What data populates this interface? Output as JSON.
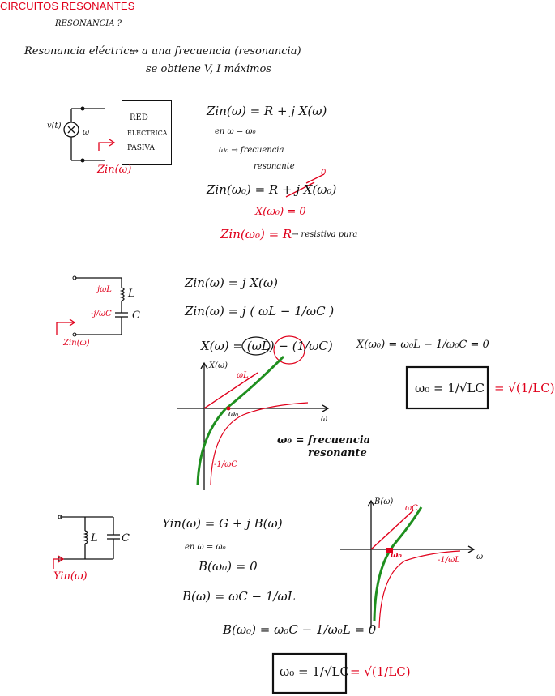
{
  "title": "CIRCUITOS RESONANTES",
  "colors": {
    "ink": "#111111",
    "accent": "#e0001b",
    "green": "#1f8f1f"
  },
  "intro": {
    "q": "RESONANCIA ?",
    "l1a": "Resonancia eléctrica",
    "l1b": "→ a una frecuencia (resonancia)",
    "l2": "se obtiene  V, I  máximos"
  },
  "circuit1": {
    "src": "v(t)",
    "w": "ω",
    "box1": "RED",
    "box2": "ELECTRICA",
    "box3": "PASIVA",
    "zin": "Zin(ω)"
  },
  "eq1": {
    "a": "Zin(ω) = R + j X(ω)",
    "b": "en  ω = ω₀",
    "c": "ω₀ → frecuencia",
    "d": "resonante",
    "e": "Zin(ω₀) = R + j X(ω₀)",
    "zero": "0",
    "f": "X(ω₀) = 0",
    "g": "Zin(ω₀) = R",
    "h": "→ resistiva pura"
  },
  "circuit2": {
    "jwl": "jωL",
    "L": "L",
    "jwc": "-j/ωC",
    "C": "C",
    "zin": "Zin(ω)"
  },
  "eq2": {
    "a": "Zin(ω) = j X(ω)",
    "b": "Zin(ω) = j ( ωL − 1/ωC )",
    "c": "X(ω) = (ωL) − (1/ωC)",
    "d": "X(ω₀) = ω₀L − 1/ω₀C = 0",
    "boxed": "ω₀ = 1/√LC",
    "boxed2": "= √(1/LC)"
  },
  "graph1": {
    "ylabel": "X(ω)",
    "xlabel": "ω",
    "wl": "ωL",
    "w0": "ω₀",
    "wc": "-1/ωC",
    "note1": "ω₀ = frecuencia",
    "note2": "resonante"
  },
  "circuit3": {
    "L": "L",
    "C": "C",
    "yin": "Yin(ω)"
  },
  "eq3": {
    "a": "Yin(ω) = G + j B(ω)",
    "b": "en  ω = ω₀",
    "c": "B(ω₀) = 0",
    "d": "B(ω) = ωC − 1/ωL",
    "e": "B(ω₀) = ω₀C − 1/ω₀L = 0",
    "boxed": "ω₀ = 1/√LC",
    "boxed2": "= √(1/LC)"
  },
  "graph2": {
    "ylabel": "B(ω)",
    "xlabel": "ω",
    "wc": "ωC",
    "w0": "ω₀",
    "wl": "-1/ωL"
  }
}
